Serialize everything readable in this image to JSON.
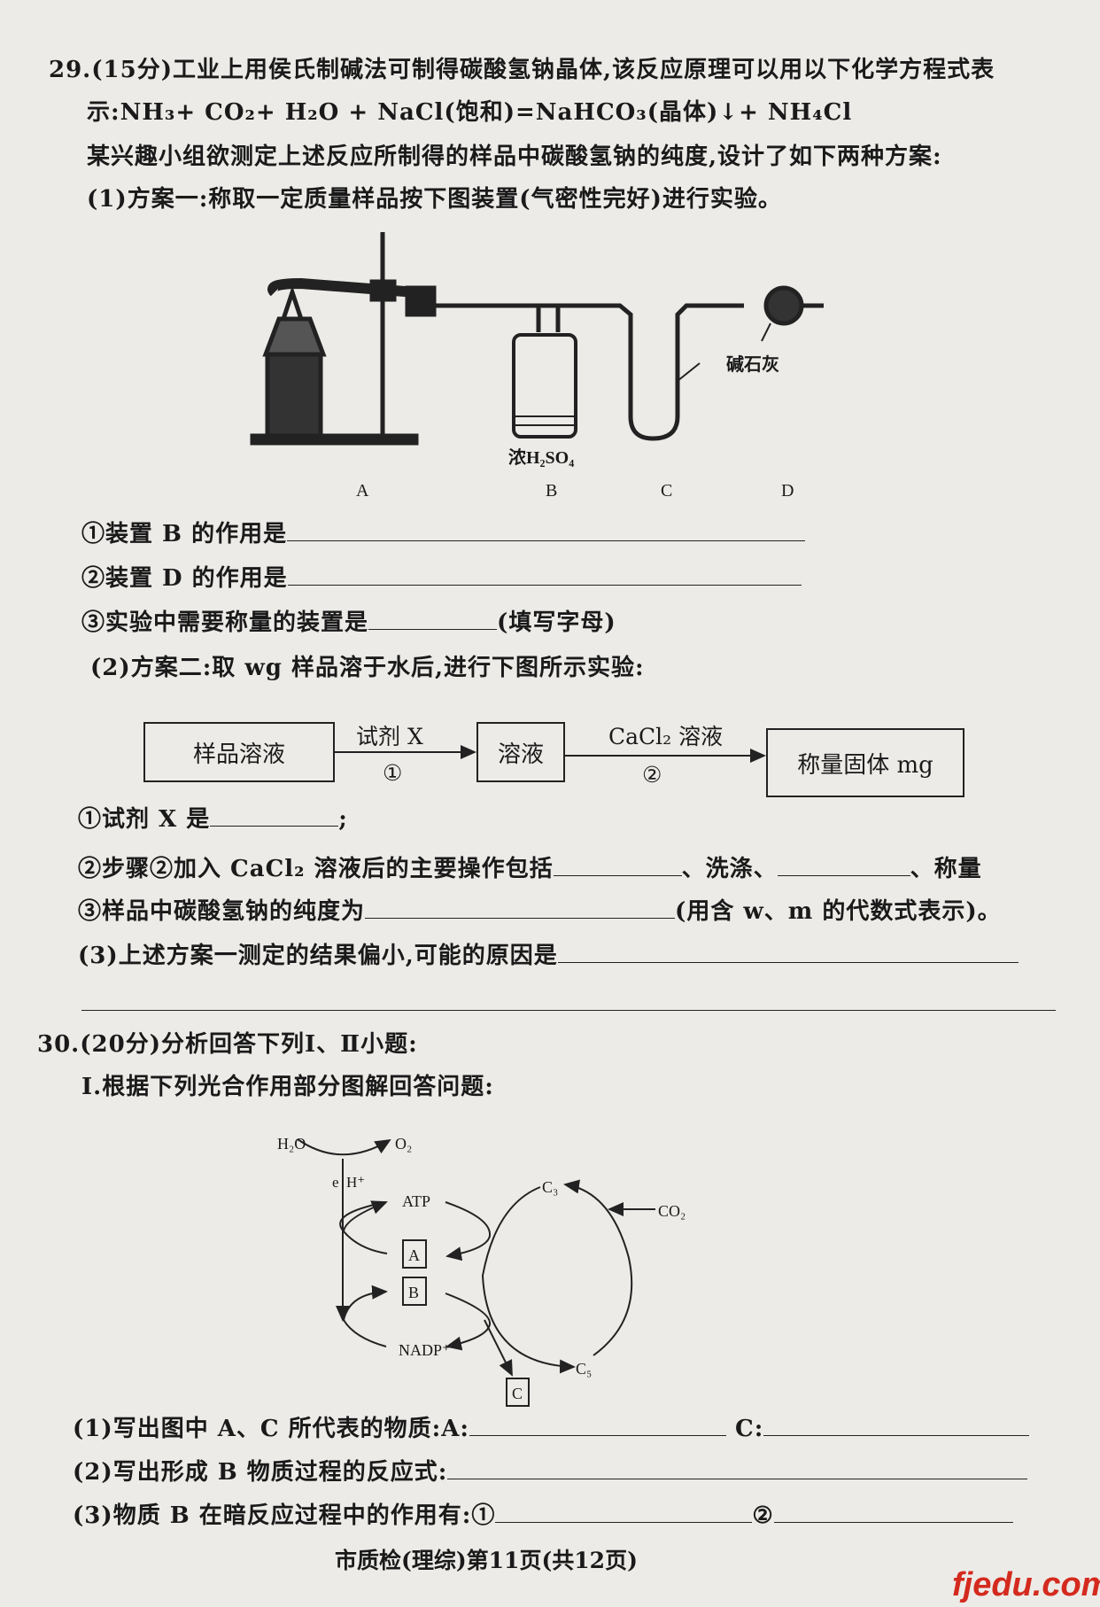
{
  "q29": {
    "line1": "29.(15分)工业上用侯氏制碱法可制得碳酸氢钠晶体,该反应原理可以用以下化学方程式表",
    "line2": "示:NH₃+ CO₂+ H₂O + NaCl(饱和)=NaHCO₃(晶体)↓+ NH₄Cl",
    "line3": "某兴趣小组欲测定上述反应所制得的样品中碳酸氢钠的纯度,设计了如下两种方案:",
    "line4": "(1)方案一:称取一定质量样品按下图装置(气密性完好)进行实验。",
    "apparatus": {
      "labels": [
        "A",
        "B",
        "C",
        "D"
      ],
      "reagent_b": "浓H₂SO₄",
      "reagent_d": "碱石灰"
    },
    "s1_q1": "①装置 B 的作用是",
    "s1_q2": "②装置 D 的作用是",
    "s1_q3": "③实验中需要称量的装置是",
    "s1_q3_hint": "(填写字母)",
    "part2": "(2)方案二:取 wg 样品溶于水后,进行下图所示实验:",
    "flow": {
      "box1": "样品溶液",
      "arrow1_label": "试剂 X",
      "arrow1_step": "①",
      "box2": "溶液",
      "arrow2_label": "CaCl₂ 溶液",
      "arrow2_step": "②",
      "box3": "称量固体 mg"
    },
    "s2_q1": "①试剂 X 是",
    "s2_q1_end": ";",
    "s2_q2": "②步骤②加入 CaCl₂ 溶液后的主要操作包括",
    "s2_q2_mid": "、洗涤、",
    "s2_q2_end": "、称量",
    "s2_q3": "③样品中碳酸氢钠的纯度为",
    "s2_q3_hint": "(用含 w、m 的代数式表示)。",
    "part3": "(3)上述方案一测定的结果偏小,可能的原因是"
  },
  "q30": {
    "title": "30.(20分)分析回答下列Ⅰ、Ⅱ小题:",
    "sub1": "Ⅰ.根据下列光合作用部分图解回答问题:",
    "diagram": {
      "h2o": "H₂O",
      "o2": "O₂",
      "e": "e",
      "h": "H⁺",
      "atp": "ATP",
      "a": "A",
      "b": "B",
      "nadp": "NADP⁺",
      "c3": "C₃",
      "co2": "CO₂",
      "c5": "C₅",
      "c": "C"
    },
    "q1": "(1)写出图中 A、C 所代表的物质:A:",
    "q1_c": "C:",
    "q2": "(2)写出形成 B 物质过程的反应式:",
    "q3": "(3)物质 B 在暗反应过程中的作用有:①",
    "q3_2": "②"
  },
  "footer": "市质检(理综)第11页(共12页)",
  "watermark": "fjedu.com"
}
